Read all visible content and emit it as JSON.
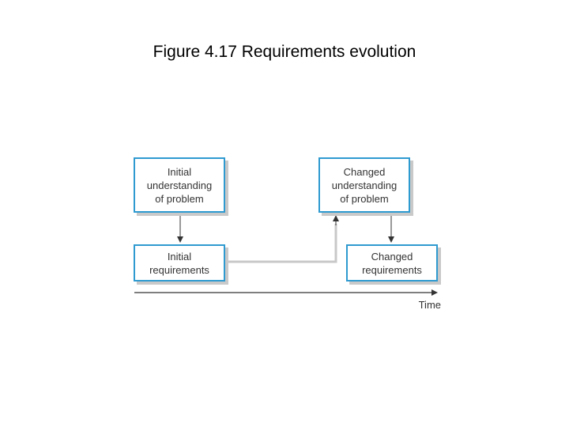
{
  "title": "Figure 4.17 Requirements evolution",
  "diagram": {
    "nodes": {
      "initial_understanding": "Initial\nunderstanding\nof problem",
      "changed_understanding": "Changed\nunderstanding\nof problem",
      "initial_requirements": "Initial\nrequirements",
      "changed_requirements": "Changed\nrequirements"
    },
    "edges": [
      {
        "from": "initial_understanding",
        "to": "initial_requirements"
      },
      {
        "from": "initial_requirements",
        "to": "changed_understanding"
      },
      {
        "from": "changed_understanding",
        "to": "changed_requirements"
      }
    ],
    "time_axis_label": "Time",
    "colors": {
      "box_border": "#2e9ad0",
      "box_shadow": "#c9c9c9",
      "connector": "#c8c8c8",
      "arrow": "#333333"
    }
  }
}
